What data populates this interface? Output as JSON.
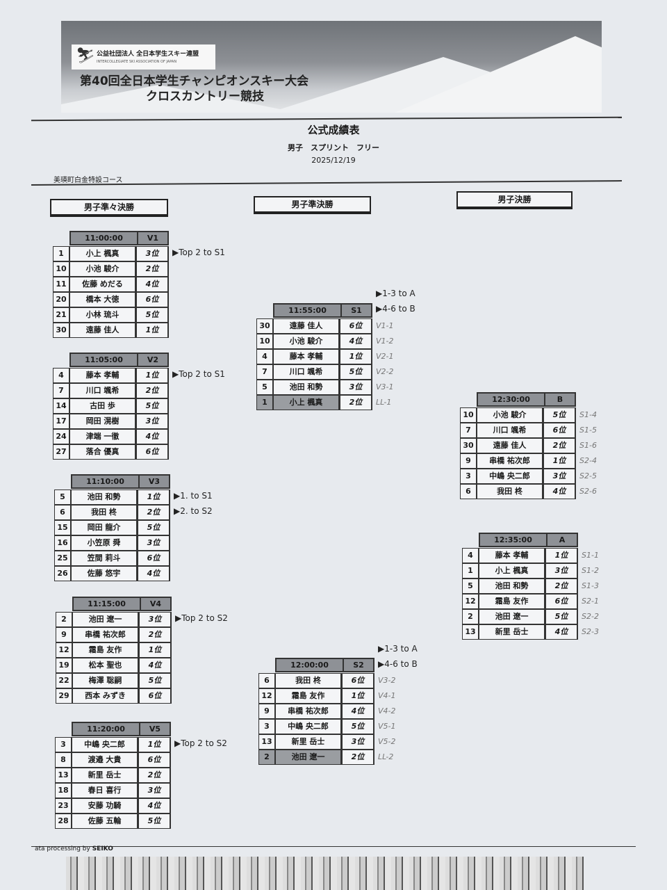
{
  "banner": {
    "org_jp": "公益社団法人 全日本学生スキー連盟",
    "org_en": "INTERCOLLEGIATE SKI ASSOCIATION OF JAPAN",
    "title": "第40回全日本学生チャンピオンスキー大会",
    "subtitle": "クロスカントリー競技"
  },
  "header": {
    "title": "公式成績表",
    "event": "男子　スプリント　フリー",
    "date": "2025/12/19",
    "course": "美瑛町白金特設コース"
  },
  "sections": {
    "quarterfinal": "男子準々決勝",
    "semifinal": "男子準決勝",
    "final": "男子決勝"
  },
  "heats": [
    {
      "key": "V1",
      "time": "11:00:00",
      "id": "V1",
      "notes": [
        "▶Top 2 to S1"
      ],
      "rows": [
        {
          "bib": "1",
          "name": "小上 楓真",
          "rank": "3位"
        },
        {
          "bib": "10",
          "name": "小池 駿介",
          "rank": "2位"
        },
        {
          "bib": "11",
          "name": "佐藤 めだる",
          "rank": "4位"
        },
        {
          "bib": "20",
          "name": "橋本 大徳",
          "rank": "6位"
        },
        {
          "bib": "21",
          "name": "小林 琉斗",
          "rank": "5位"
        },
        {
          "bib": "30",
          "name": "遠藤 佳人",
          "rank": "1位"
        }
      ]
    },
    {
      "key": "V2",
      "time": "11:05:00",
      "id": "V2",
      "notes": [
        "▶Top 2 to S1"
      ],
      "rows": [
        {
          "bib": "4",
          "name": "藤本 孝輔",
          "rank": "1位"
        },
        {
          "bib": "7",
          "name": "川口 颯希",
          "rank": "2位"
        },
        {
          "bib": "14",
          "name": "古田 歩",
          "rank": "5位"
        },
        {
          "bib": "17",
          "name": "岡田 滉樹",
          "rank": "3位"
        },
        {
          "bib": "24",
          "name": "津端 一徹",
          "rank": "4位"
        },
        {
          "bib": "27",
          "name": "落合 優真",
          "rank": "6位"
        }
      ]
    },
    {
      "key": "V3",
      "time": "11:10:00",
      "id": "V3",
      "notes": [
        "▶1. to S1",
        "▶2. to S2"
      ],
      "rows": [
        {
          "bib": "5",
          "name": "池田 和勢",
          "rank": "1位"
        },
        {
          "bib": "6",
          "name": "我田 柊",
          "rank": "2位"
        },
        {
          "bib": "15",
          "name": "岡田 龍介",
          "rank": "5位"
        },
        {
          "bib": "16",
          "name": "小笠原 舜",
          "rank": "3位"
        },
        {
          "bib": "25",
          "name": "笠間 莉斗",
          "rank": "6位"
        },
        {
          "bib": "26",
          "name": "佐藤 悠宇",
          "rank": "4位"
        }
      ]
    },
    {
      "key": "V4",
      "time": "11:15:00",
      "id": "V4",
      "notes": [
        "▶Top 2 to S2"
      ],
      "rows": [
        {
          "bib": "2",
          "name": "池田 遼一",
          "rank": "3位"
        },
        {
          "bib": "9",
          "name": "串橋 祐次郎",
          "rank": "2位"
        },
        {
          "bib": "12",
          "name": "霜島 友作",
          "rank": "1位"
        },
        {
          "bib": "19",
          "name": "松本 聖也",
          "rank": "4位"
        },
        {
          "bib": "22",
          "name": "梅澤 聡嗣",
          "rank": "5位"
        },
        {
          "bib": "29",
          "name": "西本 みずき",
          "rank": "6位"
        }
      ]
    },
    {
      "key": "V5",
      "time": "11:20:00",
      "id": "V5",
      "notes": [
        "▶Top 2 to S2"
      ],
      "rows": [
        {
          "bib": "3",
          "name": "中嶋 央二郎",
          "rank": "1位"
        },
        {
          "bib": "8",
          "name": "渡邉 大貴",
          "rank": "6位"
        },
        {
          "bib": "13",
          "name": "新里 岳士",
          "rank": "2位"
        },
        {
          "bib": "18",
          "name": "春日 喜行",
          "rank": "3位"
        },
        {
          "bib": "23",
          "name": "安藤 功騎",
          "rank": "4位"
        },
        {
          "bib": "28",
          "name": "佐藤 五輪",
          "rank": "5位"
        }
      ]
    },
    {
      "key": "S1",
      "time": "11:55:00",
      "id": "S1",
      "notes": [
        "▶1-3 to A",
        "▶4-6 to B"
      ],
      "rows": [
        {
          "bib": "30",
          "name": "遠藤 佳人",
          "rank": "6位",
          "ref": "V1-1"
        },
        {
          "bib": "10",
          "name": "小池 駿介",
          "rank": "4位",
          "ref": "V1-2"
        },
        {
          "bib": "4",
          "name": "藤本 孝輔",
          "rank": "1位",
          "ref": "V2-1"
        },
        {
          "bib": "7",
          "name": "川口 颯希",
          "rank": "5位",
          "ref": "V2-2"
        },
        {
          "bib": "5",
          "name": "池田 和勢",
          "rank": "3位",
          "ref": "V3-1"
        },
        {
          "bib": "1",
          "name": "小上 楓真",
          "rank": "2位",
          "ref": "LL-1",
          "lucky_loser": true
        }
      ]
    },
    {
      "key": "S2",
      "time": "12:00:00",
      "id": "S2",
      "notes": [
        "▶1-3 to A",
        "▶4-6 to B"
      ],
      "rows": [
        {
          "bib": "6",
          "name": "我田 柊",
          "rank": "6位",
          "ref": "V3-2"
        },
        {
          "bib": "12",
          "name": "霜島 友作",
          "rank": "1位",
          "ref": "V4-1"
        },
        {
          "bib": "9",
          "name": "串橋 祐次郎",
          "rank": "4位",
          "ref": "V4-2"
        },
        {
          "bib": "3",
          "name": "中嶋 央二郎",
          "rank": "5位",
          "ref": "V5-1"
        },
        {
          "bib": "13",
          "name": "新里 岳士",
          "rank": "3位",
          "ref": "V5-2"
        },
        {
          "bib": "2",
          "name": "池田 遼一",
          "rank": "2位",
          "ref": "LL-2",
          "lucky_loser": true
        }
      ]
    },
    {
      "key": "B",
      "time": "12:30:00",
      "id": "B",
      "notes": [],
      "rows": [
        {
          "bib": "10",
          "name": "小池 駿介",
          "rank": "5位",
          "ref": "S1-4"
        },
        {
          "bib": "7",
          "name": "川口 颯希",
          "rank": "6位",
          "ref": "S1-5"
        },
        {
          "bib": "30",
          "name": "遠藤 佳人",
          "rank": "2位",
          "ref": "S1-6"
        },
        {
          "bib": "9",
          "name": "串橋 祐次郎",
          "rank": "1位",
          "ref": "S2-4"
        },
        {
          "bib": "3",
          "name": "中嶋 央二郎",
          "rank": "3位",
          "ref": "S2-5"
        },
        {
          "bib": "6",
          "name": "我田 柊",
          "rank": "4位",
          "ref": "S2-6"
        }
      ]
    },
    {
      "key": "A",
      "time": "12:35:00",
      "id": "A",
      "notes": [],
      "rows": [
        {
          "bib": "4",
          "name": "藤本 孝輔",
          "rank": "1位",
          "ref": "S1-1"
        },
        {
          "bib": "1",
          "name": "小上 楓真",
          "rank": "3位",
          "ref": "S1-2"
        },
        {
          "bib": "5",
          "name": "池田 和勢",
          "rank": "2位",
          "ref": "S1-3"
        },
        {
          "bib": "12",
          "name": "霜島 友作",
          "rank": "6位",
          "ref": "S2-1"
        },
        {
          "bib": "2",
          "name": "池田 遼一",
          "rank": "5位",
          "ref": "S2-2"
        },
        {
          "bib": "13",
          "name": "新里 岳士",
          "rank": "4位",
          "ref": "S2-3"
        }
      ]
    }
  ],
  "footer": {
    "text": "ata processing by",
    "brand": "SEIKO"
  }
}
